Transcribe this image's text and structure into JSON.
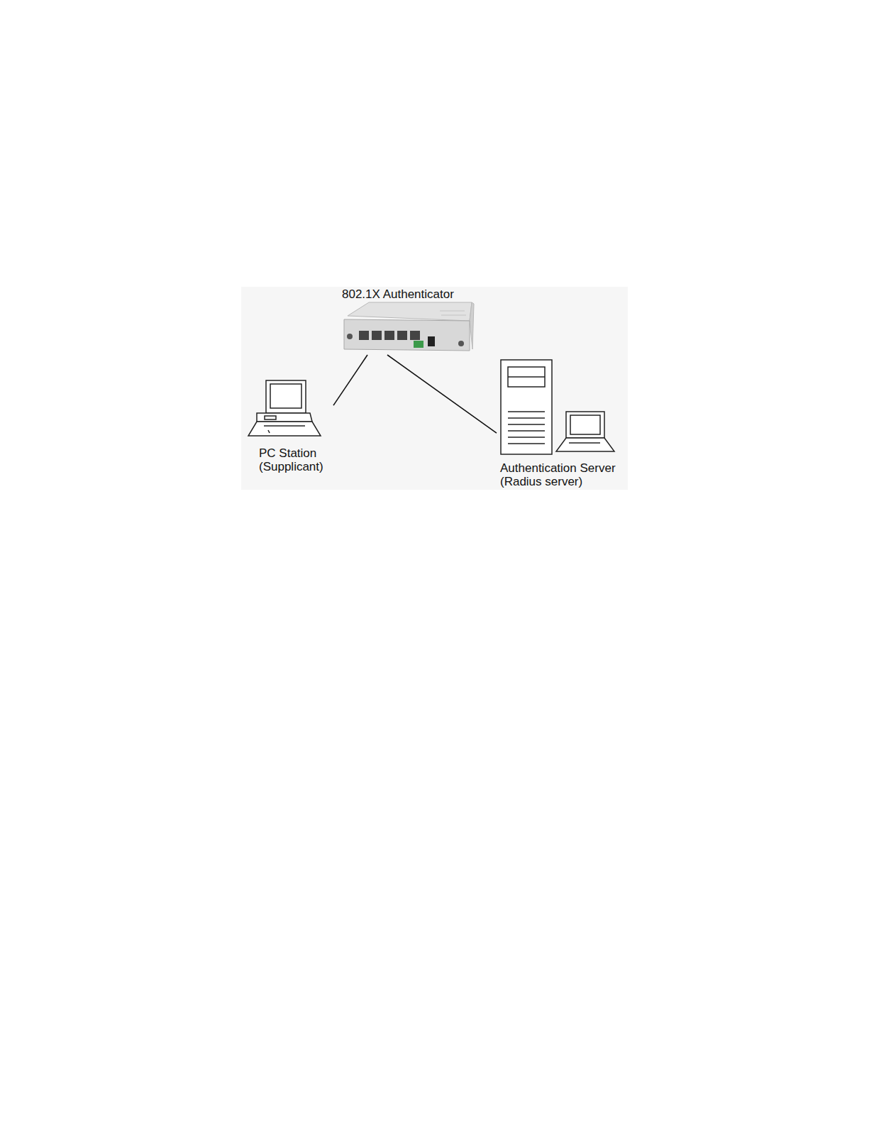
{
  "diagram": {
    "nodes": [
      {
        "text": [
          "802.1X Authenticator"
        ]
      },
      {
        "text": [
          "PC Station (Supplicant)"
        ]
      },
      {
        "text": [
          "Authentication Server (Radius server)"
        ]
      }
    ],
    "edges": [
      {
        "from": 1,
        "to": 0,
        "arrow": "none"
      },
      {
        "from": 0,
        "to": 2,
        "arrow": "none"
      }
    ]
  }
}
